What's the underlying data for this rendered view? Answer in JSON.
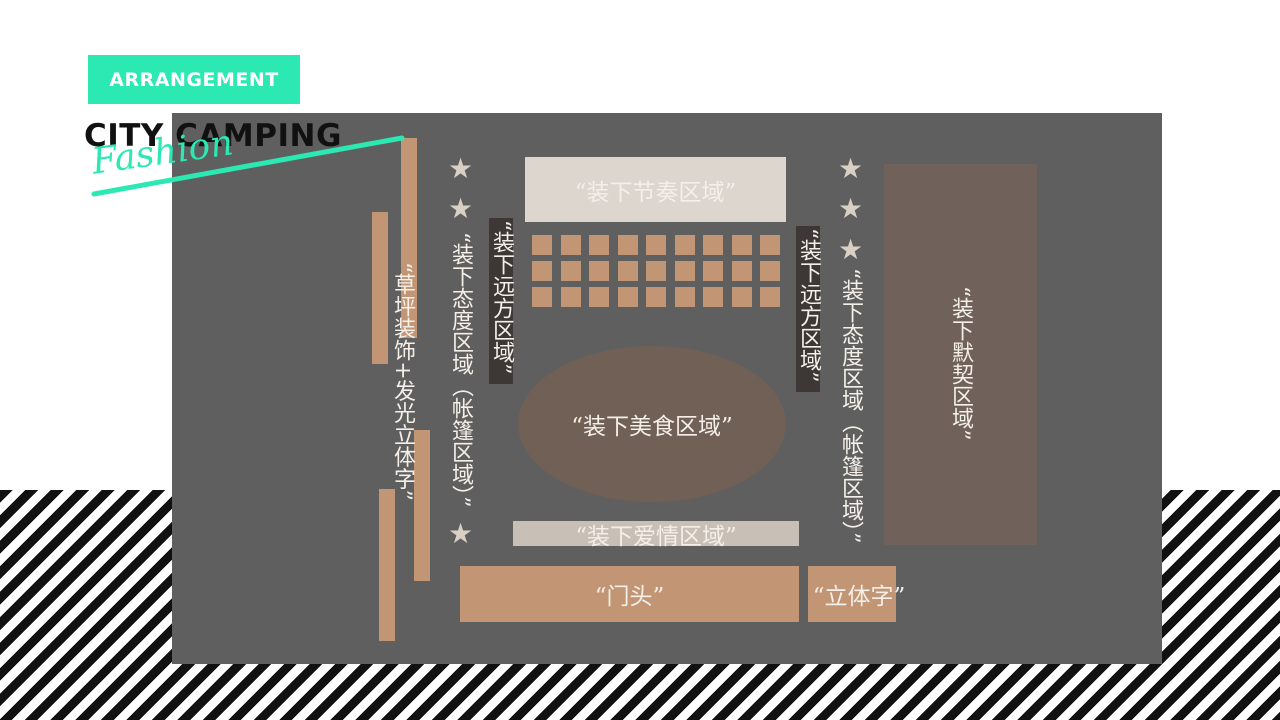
{
  "header": {
    "tag": "ARRANGEMENT",
    "title": "CITY CAMPING",
    "script_overlay": "Fashion"
  },
  "colors": {
    "accent": "#2ce8b3",
    "panel": "#5f5f5f",
    "tan": "#c29574",
    "light": "#dcd6cf",
    "brown": "#70625a",
    "oval": "#706056"
  },
  "zones": {
    "rhythm": "“装下节奏区域”",
    "food": "“装下美食区域”",
    "love": "“装下爱情区域”",
    "gate": "“门头”",
    "letters": "“立体字”",
    "tacit": "“装下默契区域”",
    "far_left": "“装下远方区域”",
    "far_right": "“装下远方区域”",
    "attitude_left": "“装下态度区域（帐篷区域）”",
    "attitude_right": "“装下态度区域（帐篷区域）”",
    "lawn": "“草坪装饰+发光立体字”"
  },
  "icons": {
    "star": "star-icon"
  }
}
